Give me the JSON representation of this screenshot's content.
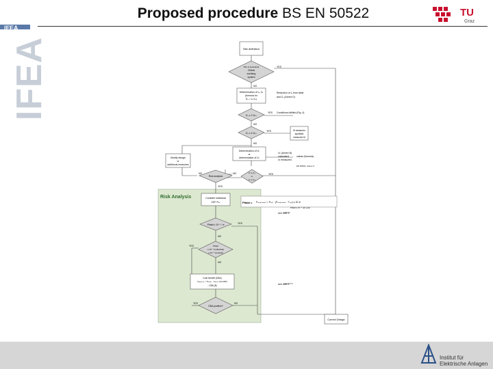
{
  "header": {
    "title_bold": "Proposed procedure",
    "title_rest": " BS EN 50522"
  },
  "sidebar": {
    "logo_text": "IFEA",
    "wordmark": "IFEA"
  },
  "tu_logo": {
    "text": "TU",
    "subtext": "Graz",
    "color": "#c8102e"
  },
  "footer": {
    "line1": "Institut für",
    "line2": "Elektrische Anlagen"
  },
  "flowchart": {
    "start": "Site definition",
    "decision_global": [
      "Part of (extended)",
      "Global",
      "earthing",
      "system"
    ],
    "yes_global": "YES",
    "no1": "NO",
    "determination": [
      "Determination of Iₐ, Zₐ",
      "(formula for",
      "Eₐ = Iₐ·Zₐ)"
    ],
    "side_note1": [
      "Reduction of Iₐ from table",
      "and Zₐ (Annex D)"
    ],
    "decision_ee": "Eₐ ≤ 2·Uₜₚ",
    "yes_ee": "YES",
    "side_ee": "Conditions fulfilled (Fig. 4)",
    "no2": "NO",
    "decision_ea": "Eₐ ≤ 4·Uₜₚ",
    "yes_ea": "YES",
    "side_ea": [
      "M measures",
      "specified",
      "measures M"
    ],
    "no3": "NO",
    "determination2": [
      "Determination of Uₜ",
      "or",
      "determination of Uₜ"
    ],
    "side_right": [
      "Uₜ (Annex B)",
      "calculated",
      "or measured",
      "values (formula)",
      "EN 50522, Annex C"
    ],
    "modify": [
      "Modify design",
      "or",
      "additional measures"
    ],
    "no4": "NO",
    "no5": "NO",
    "risk_decision": "Risk analysis",
    "decision_ut": [
      "Uₜ ≤ Uₜₚ",
      "or",
      "Uₜ ≤ Uₜₚ"
    ],
    "yes_ut": "YES",
    "yes_ut2": "YES",
    "risk_title": "Risk Analysis",
    "consider": [
      "Consider individual",
      "CEF Pₗₑᵣ"
    ],
    "pfatal": "Pfatal = ",
    "formula": "Pₑᵥₑₙₜ,ₕₑₐᵣₜ = Pₑₓₚ · (Pₑᵥₑₙₜ,ₕₑₐᵣₜ · Tₑₓₚ) ≤ 1E-6",
    "formula_note": "Pfatal ≤ 10⁻⁶ per year",
    "see_note1": "see note 1",
    "yes_p1": "YES",
    "decision_p1": "Pfatal ≤ 10⁻⁶ / a",
    "no_p1": "NO",
    "yes_p2": "YES",
    "decision_p2": [
      "Pfatal",
      "≥ 10⁻⁴ (individual)",
      "≥ 10⁻⁵ (societal)"
    ],
    "no_p2": "NO",
    "cba": [
      "Cost benefit (CBA)",
      "Cₘₑₐₛᵤᵣₑ < Pₑᵥₑₙₜ · Cₐₛₛₑₜ (ALARP)",
      "- CBA (€)"
    ],
    "see_note2": "see note 2",
    "yes_cba": "YES",
    "decision_cba": "CBA positive?",
    "no_cba": "NO",
    "end": "Correct Design",
    "colors": {
      "risk_panel": "#dde8d0",
      "line": "#444444",
      "box_border": "#555555",
      "box_fill": "#ffffff",
      "diamond_fill": "#d4d4d4"
    }
  }
}
